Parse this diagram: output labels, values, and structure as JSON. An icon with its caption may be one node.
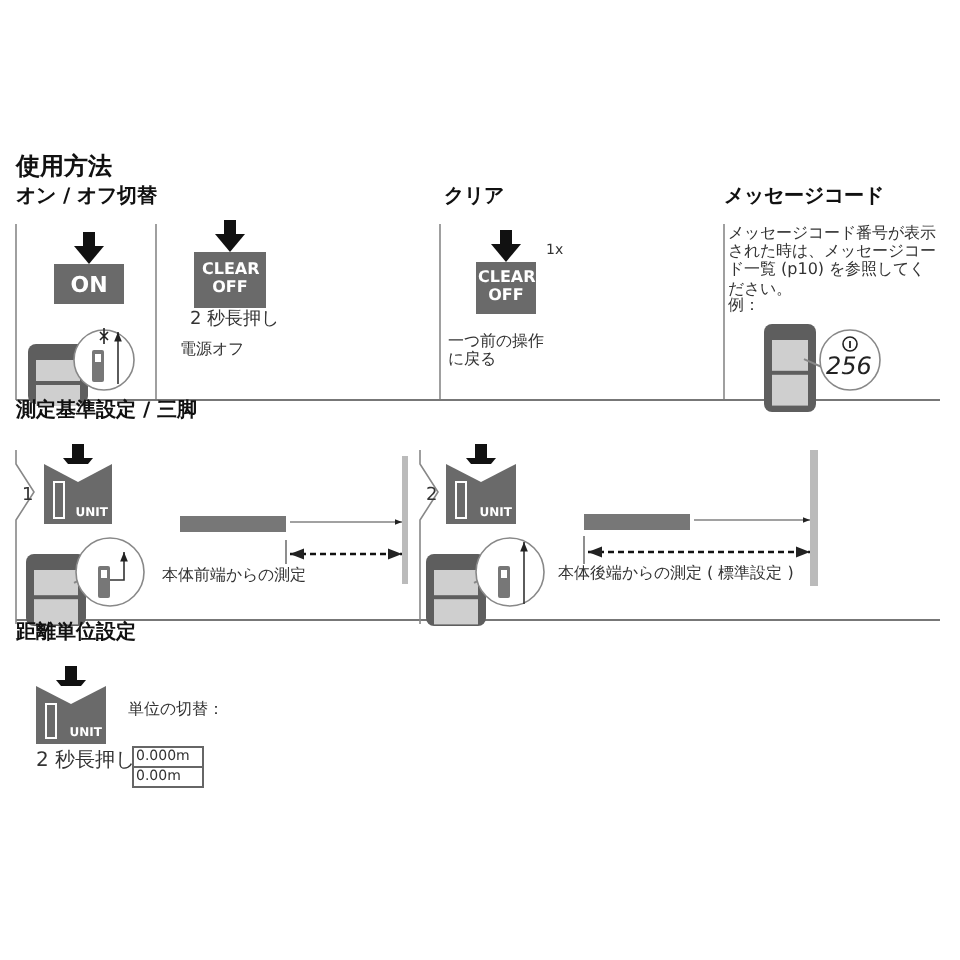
{
  "diagram": {
    "title": "使用方法",
    "nodes": [
      {
        "text": [
          "ON"
        ]
      },
      {
        "text": [
          "CLEAR OFF"
        ],
        "beside": [
          "2 秒長押し"
        ]
      },
      {
        "text": [
          "CLEAR OFF"
        ],
        "beside": [
          "1x"
        ]
      },
      {
        "text": [
          "UNIT"
        ],
        "beside": [
          "1"
        ]
      },
      {
        "text": [
          "UNIT"
        ],
        "beside": [
          "2"
        ]
      },
      {
        "text": [
          "UNIT"
        ],
        "beside": [
          "2 秒長押し"
        ]
      }
    ],
    "edges": [
      {
        "from": null,
        "to": 0,
        "arrow": "to"
      },
      {
        "from": null,
        "to": 1,
        "arrow": "to"
      },
      {
        "from": null,
        "to": 2,
        "arrow": "to"
      },
      {
        "from": null,
        "to": 3,
        "arrow": "to"
      },
      {
        "from": null,
        "to": 4,
        "arrow": "to"
      },
      {
        "from": null,
        "to": 5,
        "arrow": "to"
      }
    ],
    "labels": [
      "オン / オフ切替",
      "クリア",
      "メッセージコード",
      "電源オフ",
      "一つ前の操作に戻る",
      "メッセージコード番号が表示された時は、メッセージコード一覧 (p10) を参照してください。",
      "例：",
      "256",
      "測定基準設定 / 三脚",
      "本体前端からの測定",
      "本体後端からの測定 ( 標準設定 )",
      "距離単位設定",
      "単位の切替：",
      "0.000m",
      "0.00m"
    ]
  }
}
